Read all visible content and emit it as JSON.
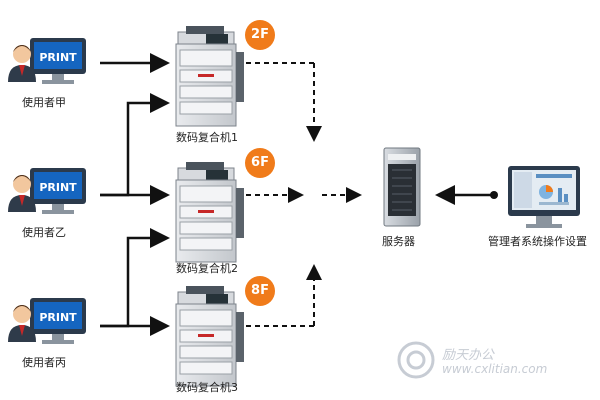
{
  "users": [
    {
      "label": "使用者甲",
      "screen_text": "PRINT"
    },
    {
      "label": "使用者乙",
      "screen_text": "PRINT"
    },
    {
      "label": "使用者丙",
      "screen_text": "PRINT"
    }
  ],
  "printers": [
    {
      "label": "数码复合机1",
      "floor": "2F"
    },
    {
      "label": "数码复合机2",
      "floor": "6F"
    },
    {
      "label": "数码复合机3",
      "floor": "8F"
    }
  ],
  "server": {
    "label": "服务器"
  },
  "admin": {
    "label": "管理者系统操作设置"
  },
  "watermark": {
    "name": "励天办公",
    "url": "www.cxlitian.com"
  },
  "colors": {
    "floor_badge": "#f07b1a",
    "line": "#111111",
    "monitor_frame": "#2b3a4c"
  }
}
